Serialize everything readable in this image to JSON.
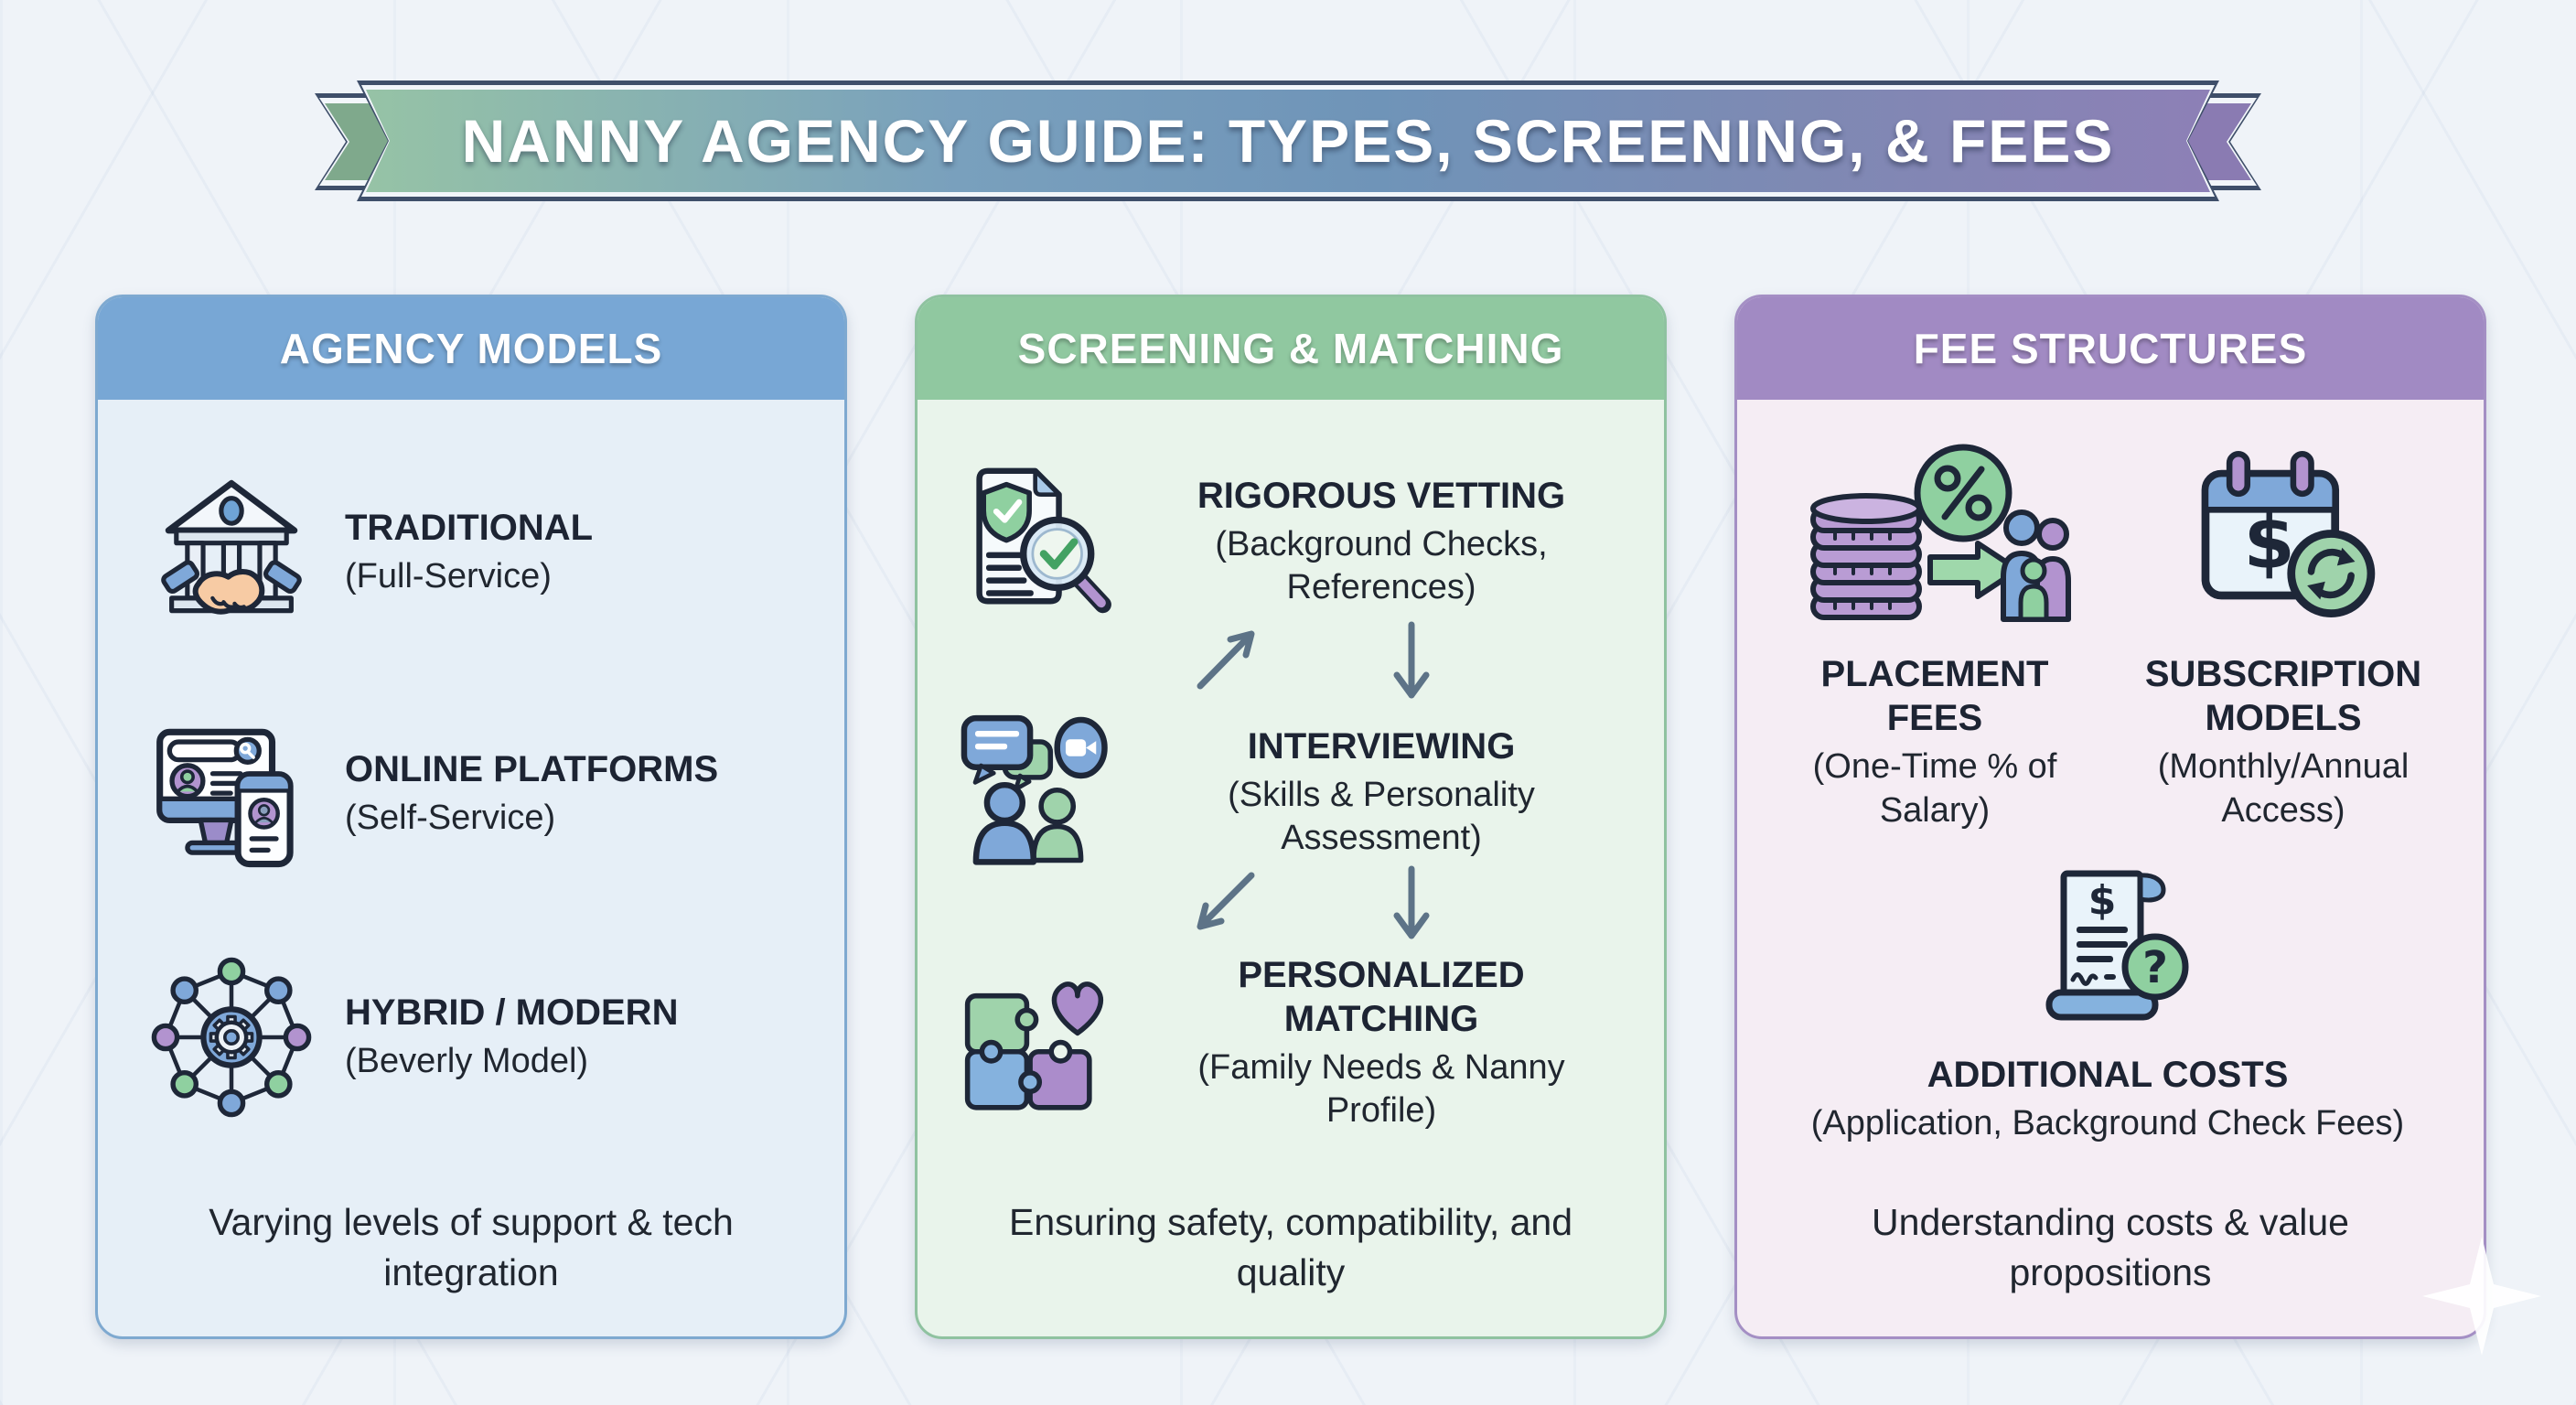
{
  "banner": {
    "title": "NANNY AGENCY GUIDE: TYPES, SCREENING, & FEES",
    "gradient": [
      "#96c3a6",
      "#6f94b8",
      "#8d80b6"
    ],
    "edge_color": "#3f4f6a"
  },
  "agency_models": {
    "header": "AGENCY MODELS",
    "colors": {
      "header_bg": "#78a7d5",
      "body_bg": "#e6eff7",
      "border": "#7ea9d0"
    },
    "items": [
      {
        "title": "TRADITIONAL",
        "subtitle": "(Full-Service)",
        "icon": "bank-handshake-icon"
      },
      {
        "title": "ONLINE PLATFORMS",
        "subtitle": "(Self-Service)",
        "icon": "monitor-phone-profile-icon"
      },
      {
        "title": "HYBRID / MODERN",
        "subtitle": "(Beverly Model)",
        "icon": "network-gear-icon"
      }
    ],
    "footer": "Varying levels of support & tech integration"
  },
  "screening_matching": {
    "header": "SCREENING & MATCHING",
    "colors": {
      "header_bg": "#90c8a0",
      "body_bg": "#e9f4eb",
      "border": "#8fc2a0",
      "arrow": "#5d7387"
    },
    "steps": [
      {
        "title": "RIGOROUS VETTING",
        "subtitle": "(Background Checks, References)",
        "icon": "document-shield-magnifier-icon"
      },
      {
        "title": "INTERVIEWING",
        "subtitle": "(Skills & Personality Assessment)",
        "icon": "chat-video-people-icon"
      },
      {
        "title": "PERSONALIZED MATCHING",
        "subtitle": "(Family Needs & Nanny Profile)",
        "icon": "puzzle-heart-icon"
      }
    ],
    "footer": "Ensuring safety, compatibility, and quality"
  },
  "fee_structures": {
    "header": "FEE STRUCTURES",
    "colors": {
      "header_bg": "#a18ac3",
      "body_bg": "#f5edf4",
      "border": "#a48fc4"
    },
    "items": [
      {
        "title": "PLACEMENT FEES",
        "subtitle": "(One-Time % of Salary)",
        "icon": "coins-percent-family-icon"
      },
      {
        "title": "SUBSCRIPTION MODELS",
        "subtitle": "(Monthly/Annual Access)",
        "icon": "calendar-dollar-refresh-icon"
      },
      {
        "title": "ADDITIONAL COSTS",
        "subtitle": "(Application, Background Check Fees)",
        "icon": "receipt-question-icon"
      }
    ],
    "footer": "Understanding costs & value propositions"
  }
}
